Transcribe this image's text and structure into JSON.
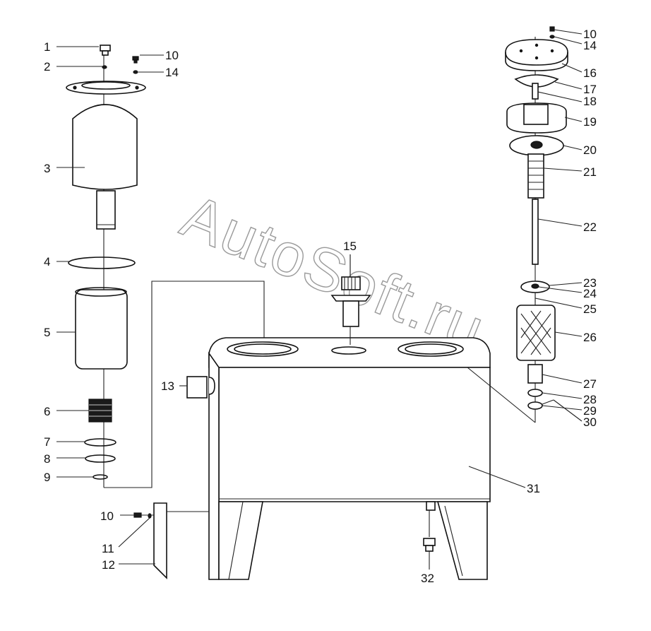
{
  "watermark": "AutoSoft.ru",
  "labels": [
    "1",
    "2",
    "3",
    "4",
    "5",
    "6",
    "7",
    "8",
    "9",
    "10",
    "10",
    "14",
    "15",
    "13",
    "10",
    "14",
    "16",
    "17",
    "18",
    "19",
    "20",
    "21",
    "22",
    "23",
    "24",
    "25",
    "26",
    "27",
    "28",
    "29",
    "30",
    "31",
    "10",
    "11",
    "12",
    "32"
  ]
}
